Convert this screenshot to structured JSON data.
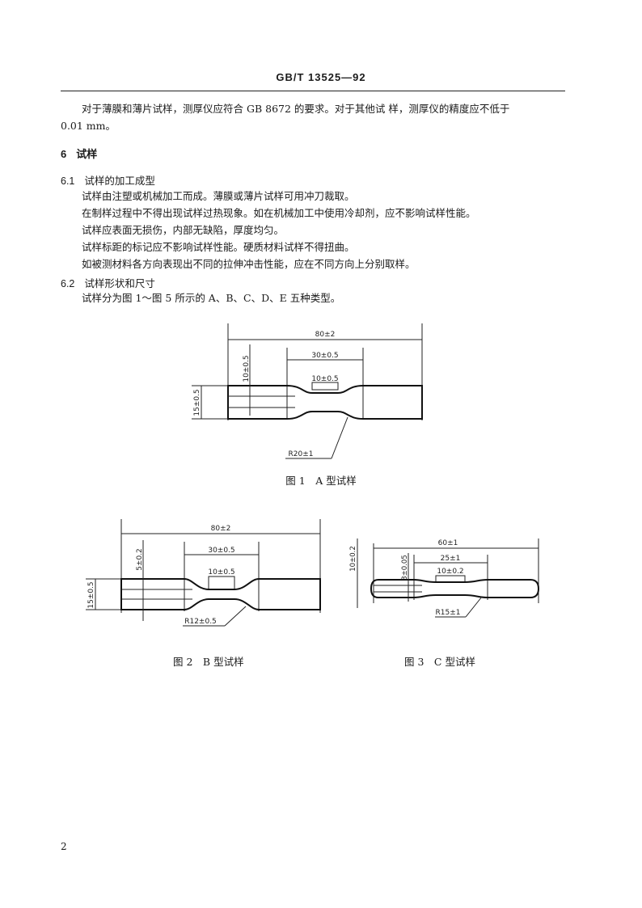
{
  "header": {
    "code": "GB/T 13525—92"
  },
  "intro": {
    "line1": "对于薄膜和薄片试样，测厚仪应符合 GB 8672 的要求。对于其他试 样，测厚仪的精度应不低于",
    "line2": "0.01 mm。"
  },
  "section6": {
    "number": "6",
    "title": "试样"
  },
  "s61": {
    "number": "6.1",
    "title": "试样的加工成型",
    "lines": [
      "试样由注塑或机械加工而成。薄膜或薄片试样可用冲刀裁取。",
      "在制样过程中不得出现试样过热现象。如在机械加工中使用冷却剂，应不影响试样性能。",
      "试样应表面无损伤，内部无缺陷，厚度均匀。",
      "试样标距的标记应不影响试样性能。硬质材料试样不得扭曲。",
      "如被测材料各方向表现出不同的拉伸冲击性能，应在不同方向上分别取样。"
    ]
  },
  "s62": {
    "number": "6.2",
    "title": "试样形状和尺寸",
    "line": "试样分为图 1～图 5 所示的 A、B、C、D、E 五种类型。"
  },
  "fig1": {
    "caption": "图 1　A 型试样",
    "dims": {
      "total": "80±2",
      "narrow": "30±0.5",
      "gauge": "10±0.5",
      "height_v": "10±0.5",
      "width": "15±0.5",
      "radius": "R20±1"
    }
  },
  "fig2": {
    "caption": "图 2　B 型试样",
    "dims": {
      "total": "80±2",
      "narrow": "30±0.5",
      "gauge": "10±0.5",
      "height_v": "5±0.2",
      "width": "15±0.5",
      "radius": "R12±0.5"
    }
  },
  "fig3": {
    "caption": "图 3　C 型试样",
    "dims": {
      "total": "60±1",
      "narrow": "25±1",
      "gauge": "10±0.2",
      "width": "10±0.2",
      "height_v": "3±0.05",
      "radius": "R15±1"
    }
  },
  "page_number": "2"
}
